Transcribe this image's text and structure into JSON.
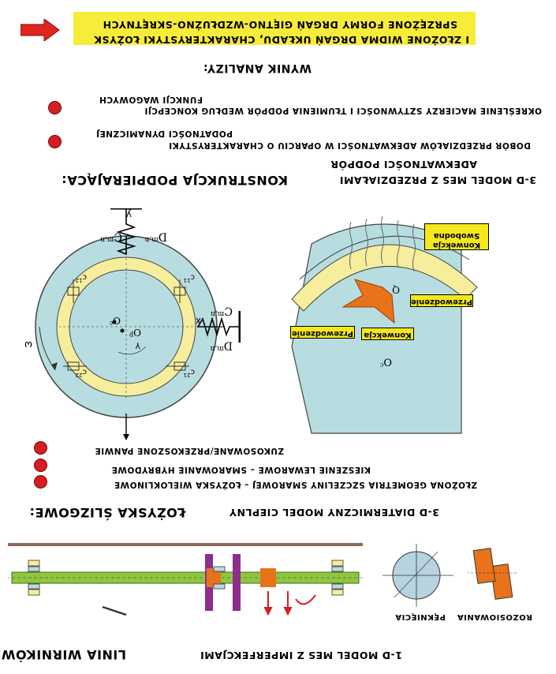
{
  "banner": {
    "line1": "I ZŁOŻONE WIDMA DRGAŃ UKŁADU, CHARAKTERYSTYKI ŁOŻYSK",
    "line2": "SPRZĘŻONE FORMY DRGAŃ GIĘTNO-WZDŁUŻNO-SKRĘTNYCH"
  },
  "analysis": {
    "title": "WYNIK ANALIZY:",
    "items": [
      {
        "line1": "FUNKCJI WAGOWYCH",
        "line2": "OKREŚLENIE MACIERZY SZTYWNOŚCI I TŁUMIENIA PODPÓR WEDŁUG KONCEPCJI"
      },
      {
        "line1": "PODATNOŚCI DYNAMICZNEJ",
        "line2": "DOBÓR PRZEDZIAŁÓW ADEKWATNOŚCI W OPARCIU O CHARAKTERYSTYKI"
      }
    ]
  },
  "support": {
    "sub": "ADEKWATNOŚCI PODPÓR",
    "heading": "KONSTRUKCJA PODPIERAJĄCA:",
    "rest": "3-D MODEL MES Z PRZEDZIAŁAMI"
  },
  "bearing_fig": {
    "c_top": "C",
    "d_top": "D",
    "sup_top": "m,n",
    "c_right": "C",
    "d_right": "D",
    "sup_right": "m,n",
    "op": "O",
    "op_sup": "p",
    "oc": "O",
    "oc_sup": "c",
    "x": "x",
    "y": "y",
    "omega": "ω",
    "gamma": "γ",
    "c11": "c",
    "c11_sup": "11",
    "c12": "c",
    "c12_sup": "12",
    "c21": "c",
    "c21_sup": "21",
    "c22": "c",
    "c22_sup": "22"
  },
  "thermal_fig": {
    "konwekcja_swobodna_1": "Konwekcja",
    "konwekcja_swobodna_2": "Swobodna",
    "przewodzenie_1": "Przewodzenie",
    "przewodzenie_2": "Przewodzenie",
    "konwekcja": "Konwekcja",
    "o_label": "Q",
    "oc": "O",
    "oc_sup": "c"
  },
  "sliding": {
    "items": [
      "ZUKOSOWANE/PRZEKOSZONE PANWIE",
      "KIESZENIE LEWAROWE – SMAROWANIE HYBRYDOWE",
      "ZŁOŻONA GEOMETRIA SZCZELINY SMAROWEJ – ŁOŻYSKA WIELOKLINOWE"
    ],
    "heading": "ŁOŻYSKA ŚLIZGOWE:",
    "rest": "3-D DIATERMICZNY MODEL CIEPLNY"
  },
  "rotor": {
    "crack_label": "PĘKNIĘCIA",
    "misalign_label": "ROZOSIOWANIA",
    "heading": "LINIA WIRNIKÓW:",
    "rest": "1-D MODEL MES Z IMPERFEKCJAMI"
  },
  "colors": {
    "banner_yellow": "#f7ec3a",
    "arrow_red": "#e0261f",
    "bearing_teal": "#b7dde0",
    "bearing_yellow": "#f6ee9c",
    "shaft_green": "#8fc640",
    "disk_purple": "#8e2d8e",
    "orange": "#e8731a"
  }
}
